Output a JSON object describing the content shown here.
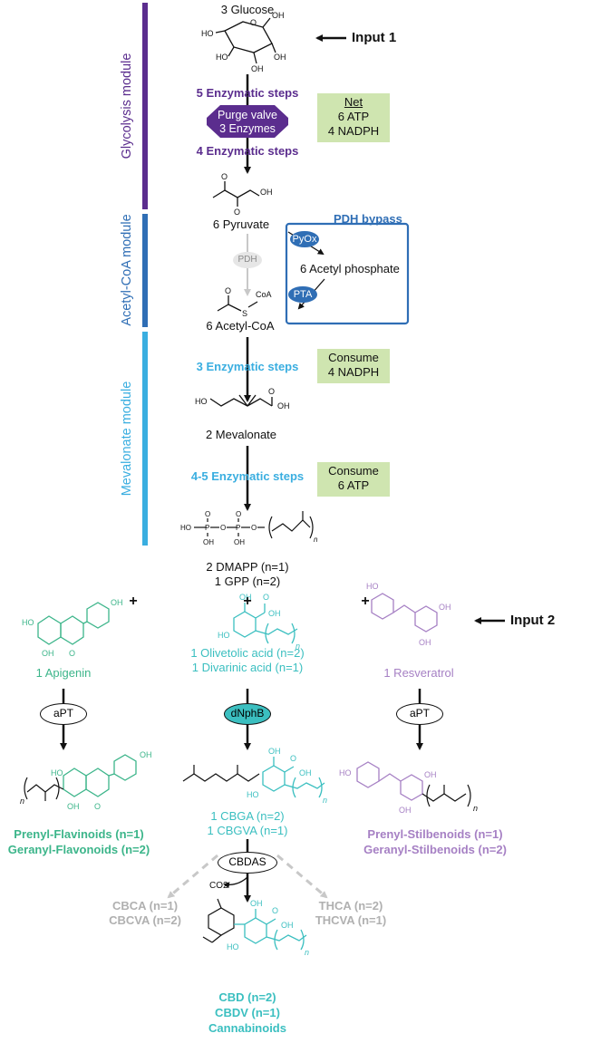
{
  "modules": {
    "glycolysis": {
      "label": "Glycolysis module",
      "color": "#5b2d8e"
    },
    "acetyl_coa": {
      "label": "Acetyl-CoA module",
      "color": "#2f6eb5"
    },
    "mevalonate": {
      "label": "Mevalonate module",
      "color": "#3aaee0"
    }
  },
  "inputs": {
    "input1": "Input 1",
    "input2": "Input 2"
  },
  "glycolysis": {
    "glucose": "3 Glucose",
    "steps_top": "5 Enzymatic steps",
    "valve_line1": "Purge valve",
    "valve_line2": "3 Enzymes",
    "steps_bottom": "4 Enzymatic steps",
    "net_title": "Net",
    "net_line1": "6 ATP",
    "net_line2": "4 NADPH",
    "pyruvate": "6 Pyruvate"
  },
  "acetyl": {
    "pdh": "PDH",
    "bypass_title": "PDH bypass",
    "pyox": "PyOx",
    "acetyl_phosphate": "6 Acetyl phosphate",
    "pta": "PTA",
    "acetyl_coa": "6 Acetyl-CoA",
    "coa": "CoA"
  },
  "mevalonate": {
    "steps1": "3 Enzymatic steps",
    "consume1_line1": "Consume",
    "consume1_line2": "4 NADPH",
    "product": "2 Mevalonate",
    "steps2": "4-5 Enzymatic steps",
    "consume2_line1": "Consume",
    "consume2_line2": "6 ATP",
    "dmapp": "2 DMAPP (n=1)",
    "gpp": "1 GPP (n=2)"
  },
  "plus": "+",
  "left": {
    "substrate": "1 Apigenin",
    "enzyme": "aPT",
    "product1": "Prenyl-Flavinoids (n=1)",
    "product2": "Geranyl-Flavonoids (n=2)"
  },
  "center": {
    "substrate1": "1 Olivetolic acid (n=2)",
    "substrate2": "1 Divarinic acid (n=1)",
    "enzyme": "dNphB",
    "cbga": "1 CBGA (n=2)",
    "cbgva": "1 CBGVA (n=1)",
    "cbdas": "CBDAS",
    "co2": "CO2",
    "cbd": "CBD (n=2)",
    "cbdv": "CBDV (n=1)",
    "cannabinoids": "Cannabinoids"
  },
  "right": {
    "substrate": "1 Resveratrol",
    "enzyme": "aPT",
    "product1": "Prenyl-Stilbenoids (n=1)",
    "product2": "Geranyl-Stilbenoids (n=2)"
  },
  "side_products": {
    "cbca": "CBCA (n=1)",
    "cbcva": "CBCVA (n=2)",
    "thca": "THCA (n=2)",
    "thcva": "THCVA (n=1)"
  },
  "colors": {
    "purple": "#5b2d8e",
    "blue": "#2f6eb5",
    "sky": "#3aaee0",
    "green": "#3cb58a",
    "teal": "#3bbfc0",
    "violet": "#a680c4",
    "grey": "#b0b0b0",
    "box": "#cfe5b0"
  }
}
